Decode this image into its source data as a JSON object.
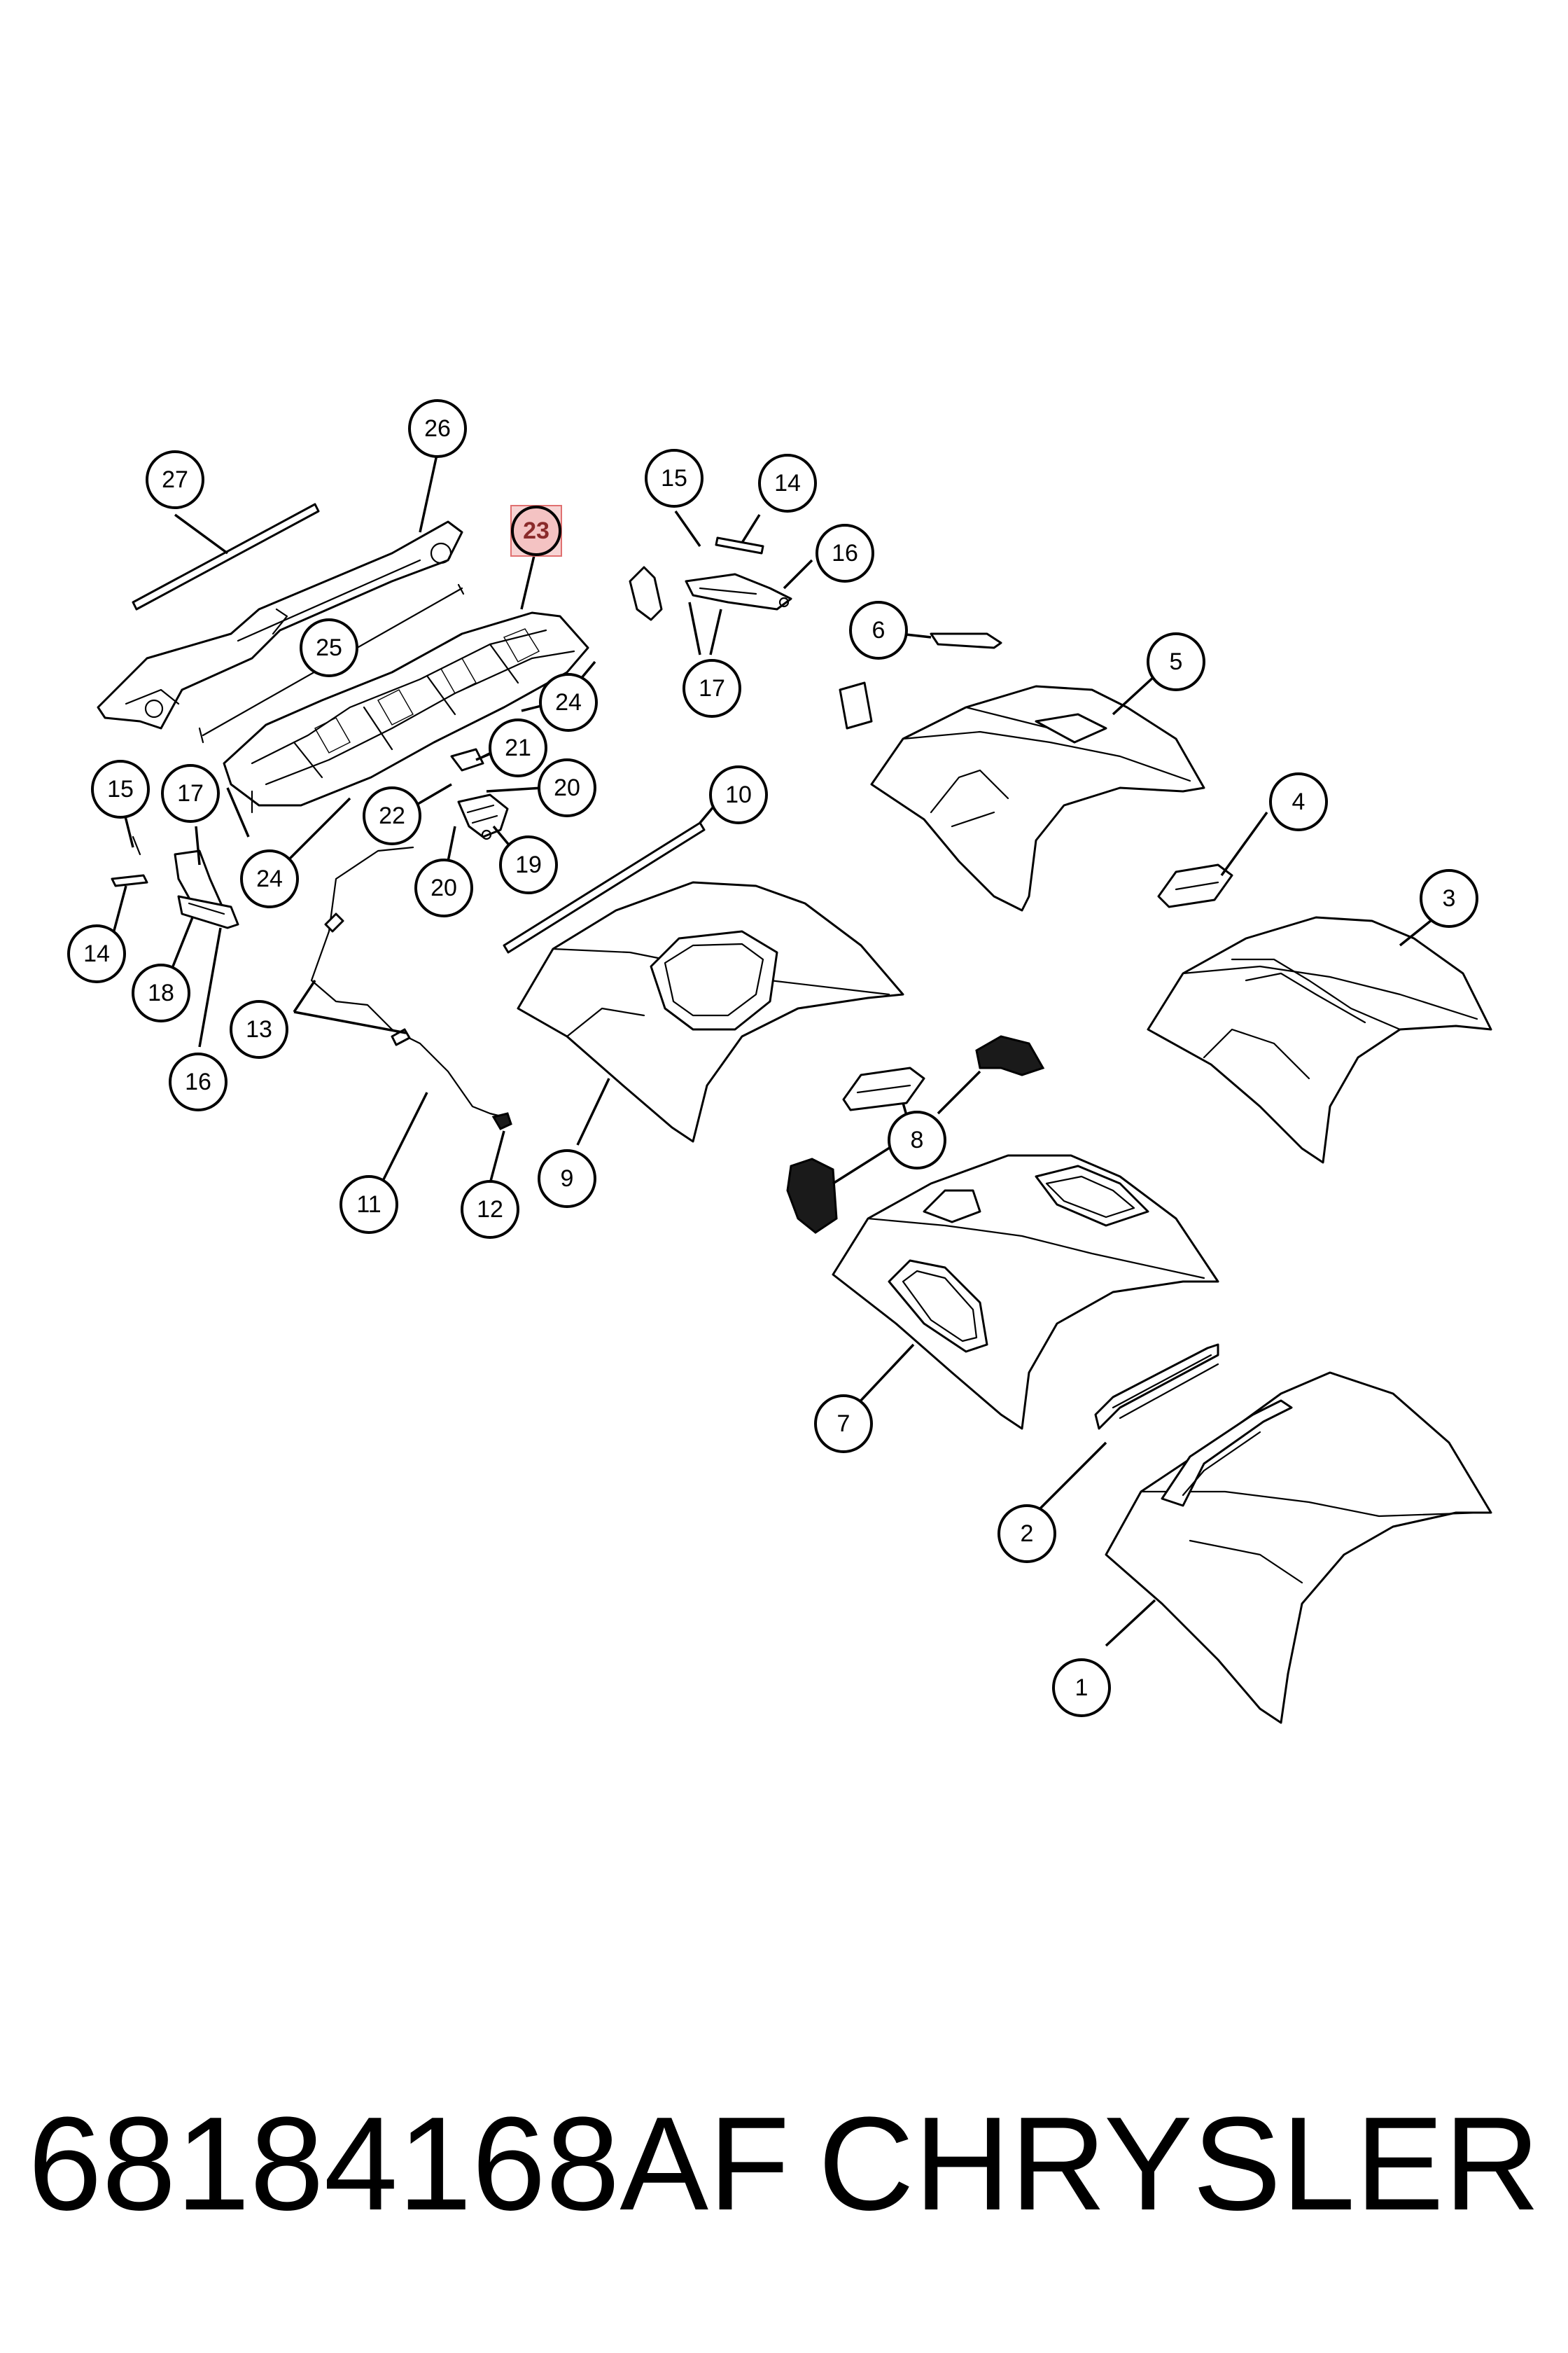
{
  "diagram": {
    "highlighted_callout": "23",
    "highlight_color": "#f4c3c3",
    "callouts": [
      "1",
      "2",
      "3",
      "4",
      "5",
      "6",
      "7",
      "8",
      "9",
      "10",
      "11",
      "12",
      "13",
      "14",
      "15",
      "16",
      "17",
      "18",
      "19",
      "20",
      "21",
      "22",
      "23",
      "24",
      "25",
      "26",
      "27"
    ]
  },
  "footer": {
    "part_number": "68184168AF",
    "brand": "CHRYSLER"
  }
}
